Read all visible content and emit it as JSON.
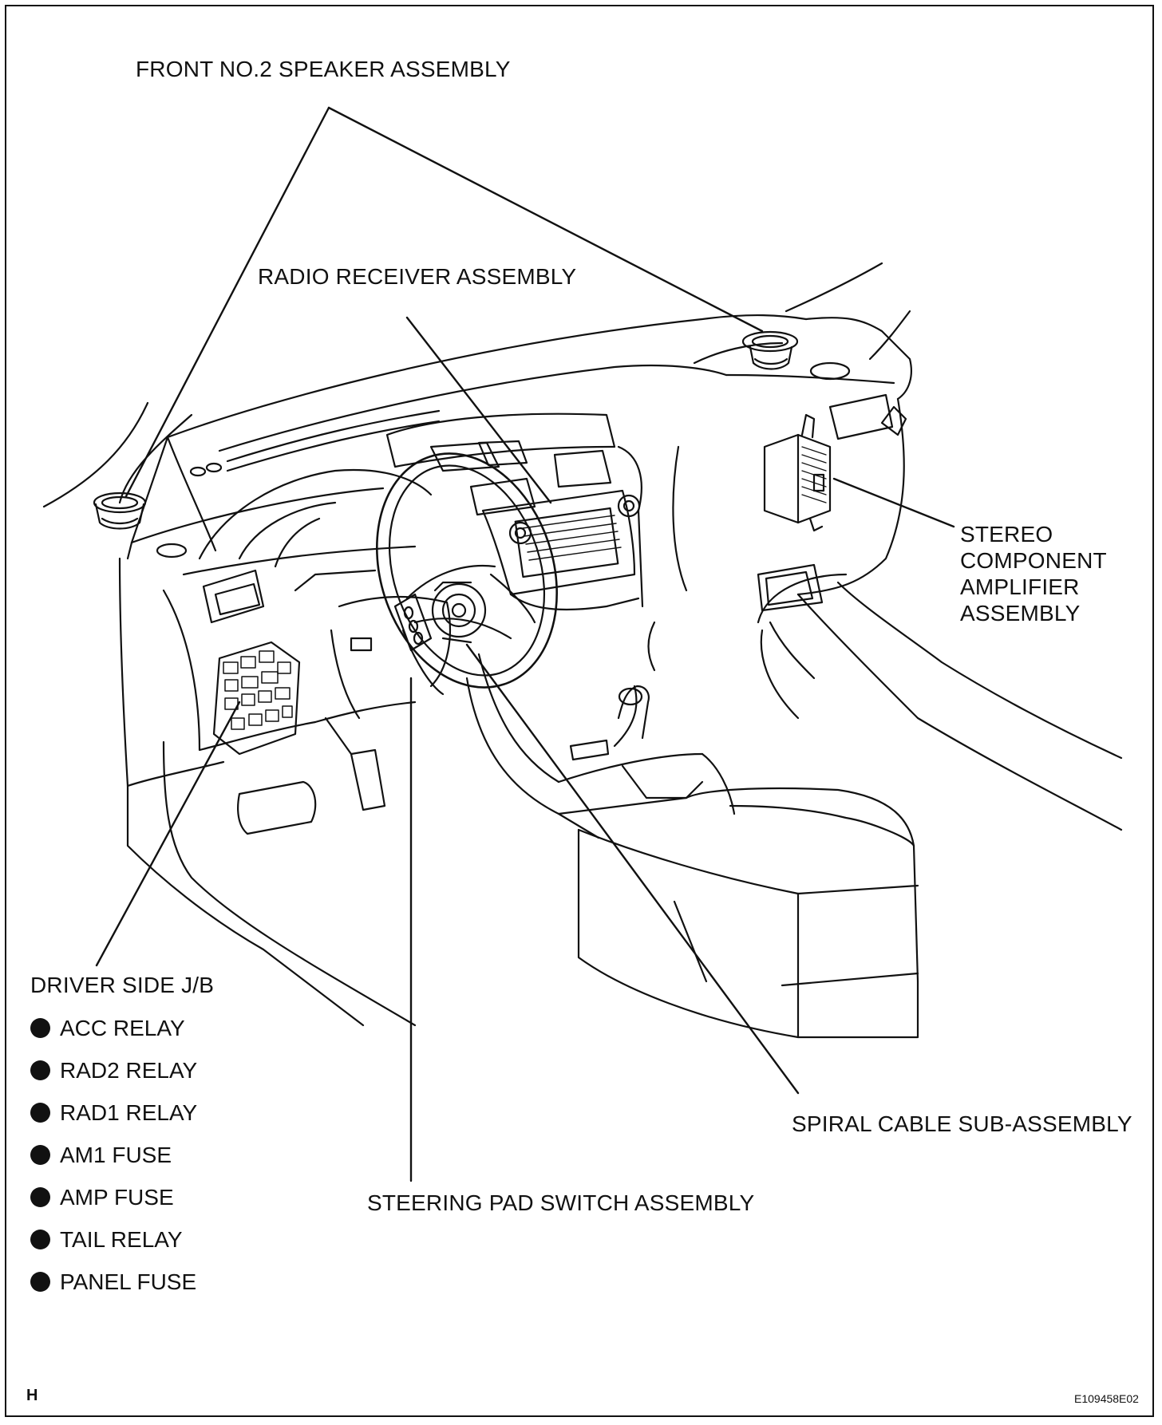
{
  "labels": {
    "front_speaker": "FRONT NO.2 SPEAKER ASSEMBLY",
    "radio_receiver": "RADIO RECEIVER ASSEMBLY",
    "amplifier": [
      "STEREO",
      "COMPONENT",
      "AMPLIFIER",
      "ASSEMBLY"
    ],
    "driver_jb": "DRIVER SIDE J/B",
    "spiral_cable": "SPIRAL CABLE SUB-ASSEMBLY",
    "steering_pad": "STEERING PAD SWITCH ASSEMBLY"
  },
  "jb_items": [
    "ACC RELAY",
    "RAD2 RELAY",
    "RAD1 RELAY",
    "AM1 FUSE",
    "AMP FUSE",
    "TAIL RELAY",
    "PANEL FUSE"
  ],
  "corner_mark": "H",
  "figure_code": "E109458E02"
}
